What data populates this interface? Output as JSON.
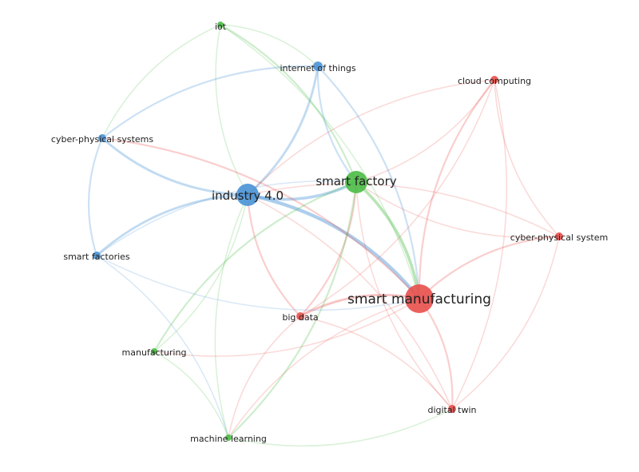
{
  "colors": {
    "cluster_red": "#e8534f",
    "cluster_green": "#4fbd4a",
    "cluster_blue": "#4d95d6"
  },
  "nodes": [
    {
      "id": "iot",
      "label": "iot",
      "cluster": "green",
      "weight": 1
    },
    {
      "id": "internet-of-things",
      "label": "internet of things",
      "cluster": "blue",
      "weight": 1.3
    },
    {
      "id": "cloud-computing",
      "label": "cloud computing",
      "cluster": "red",
      "weight": 1
    },
    {
      "id": "cyber-physical-systems",
      "label": "cyber-physical systems",
      "cluster": "blue",
      "weight": 1.1
    },
    {
      "id": "industry-4-0",
      "label": "industry 4.0",
      "cluster": "blue",
      "weight": 3
    },
    {
      "id": "smart-factory",
      "label": "smart factory",
      "cluster": "green",
      "weight": 3
    },
    {
      "id": "cyber-physical-system",
      "label": "cyber-physical system",
      "cluster": "red",
      "weight": 1
    },
    {
      "id": "smart-factories",
      "label": "smart factories",
      "cluster": "blue",
      "weight": 1.1
    },
    {
      "id": "smart-manufacturing",
      "label": "smart manufacturing",
      "cluster": "red",
      "weight": 4
    },
    {
      "id": "big-data",
      "label": "big data",
      "cluster": "red",
      "weight": 1.1
    },
    {
      "id": "manufacturing",
      "label": "manufacturing",
      "cluster": "green",
      "weight": 1
    },
    {
      "id": "digital-twin",
      "label": "digital twin",
      "cluster": "red",
      "weight": 1
    },
    {
      "id": "machine-learning",
      "label": "machine learning",
      "cluster": "green",
      "weight": 1
    }
  ],
  "links": [
    [
      "industry-4-0",
      "smart-manufacturing",
      5
    ],
    [
      "industry-4-0",
      "smart-factory",
      4
    ],
    [
      "smart-factory",
      "smart-manufacturing",
      4
    ],
    [
      "industry-4-0",
      "internet-of-things",
      3
    ],
    [
      "industry-4-0",
      "cyber-physical-systems",
      3
    ],
    [
      "industry-4-0",
      "smart-factories",
      3
    ],
    [
      "cyber-physical-systems",
      "internet-of-things",
      2
    ],
    [
      "cyber-physical-systems",
      "smart-factories",
      2
    ],
    [
      "iot",
      "smart-factory",
      2
    ],
    [
      "iot",
      "industry-4-0",
      1
    ],
    [
      "iot",
      "internet-of-things",
      1
    ],
    [
      "iot",
      "cyber-physical-systems",
      1
    ],
    [
      "iot",
      "smart-manufacturing",
      1
    ],
    [
      "internet-of-things",
      "smart-factory",
      2
    ],
    [
      "internet-of-things",
      "smart-manufacturing",
      2
    ],
    [
      "cloud-computing",
      "smart-manufacturing",
      2
    ],
    [
      "cloud-computing",
      "smart-factory",
      1
    ],
    [
      "cloud-computing",
      "industry-4-0",
      1
    ],
    [
      "cloud-computing",
      "big-data",
      1
    ],
    [
      "cloud-computing",
      "cyber-physical-system",
      1
    ],
    [
      "cloud-computing",
      "digital-twin",
      1
    ],
    [
      "cyber-physical-system",
      "smart-manufacturing",
      2
    ],
    [
      "cyber-physical-system",
      "smart-factory",
      1
    ],
    [
      "cyber-physical-system",
      "industry-4-0",
      1
    ],
    [
      "cyber-physical-system",
      "digital-twin",
      1
    ],
    [
      "smart-manufacturing",
      "big-data",
      3
    ],
    [
      "smart-manufacturing",
      "digital-twin",
      2
    ],
    [
      "smart-manufacturing",
      "machine-learning",
      1
    ],
    [
      "smart-manufacturing",
      "manufacturing",
      1
    ],
    [
      "smart-manufacturing",
      "cyber-physical-systems",
      2
    ],
    [
      "big-data",
      "industry-4-0",
      2
    ],
    [
      "big-data",
      "smart-factory",
      2
    ],
    [
      "big-data",
      "digital-twin",
      1
    ],
    [
      "big-data",
      "machine-learning",
      1
    ],
    [
      "manufacturing",
      "smart-factory",
      2
    ],
    [
      "manufacturing",
      "industry-4-0",
      1
    ],
    [
      "manufacturing",
      "machine-learning",
      1
    ],
    [
      "machine-learning",
      "smart-factory",
      2
    ],
    [
      "machine-learning",
      "industry-4-0",
      1
    ],
    [
      "machine-learning",
      "digital-twin",
      1
    ],
    [
      "digital-twin",
      "smart-factory",
      1
    ],
    [
      "digital-twin",
      "industry-4-0",
      1
    ],
    [
      "smart-factories",
      "smart-factory",
      1
    ],
    [
      "smart-factories",
      "smart-manufacturing",
      1
    ],
    [
      "smart-factories",
      "machine-learning",
      1
    ]
  ]
}
